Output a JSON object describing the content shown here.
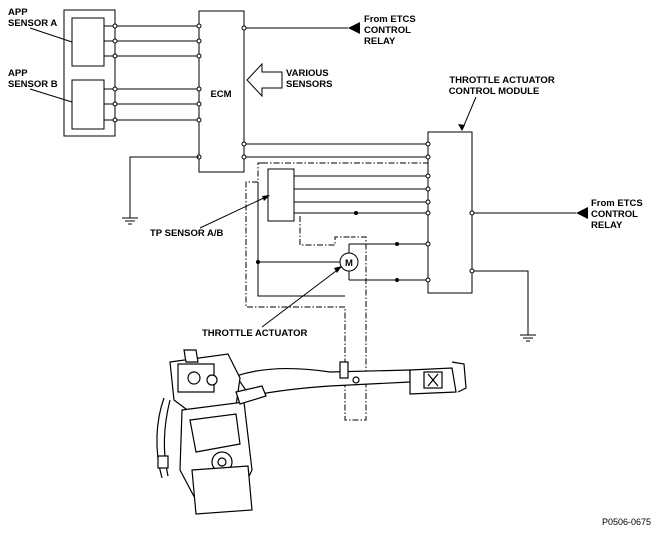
{
  "labels": {
    "app_sensor_a": [
      "APP",
      "SENSOR A"
    ],
    "app_sensor_b": [
      "APP",
      "SENSOR B"
    ],
    "ecm": "ECM",
    "etcs_relay_top": [
      "From ETCS",
      "CONTROL",
      "RELAY"
    ],
    "etcs_relay_right": [
      "From ETCS",
      "CONTROL",
      "RELAY"
    ],
    "various_sensors": [
      "VARIOUS",
      "SENSORS"
    ],
    "tacm": [
      "THROTTLE ACTUATOR",
      "CONTROL MODULE"
    ],
    "tp_sensor": "TP SENSOR A/B",
    "throttle_actuator": "THROTTLE ACTUATOR",
    "motor_symbol": "M",
    "figure_code": "P0506-0675"
  },
  "components": {
    "ecm": "ecm-module",
    "tacm": "throttle-actuator-control-module",
    "app_a": "app-sensor-a",
    "app_b": "app-sensor-b",
    "tp": "tp-sensor",
    "motor": "throttle-motor",
    "engine": "engine-illustration"
  }
}
